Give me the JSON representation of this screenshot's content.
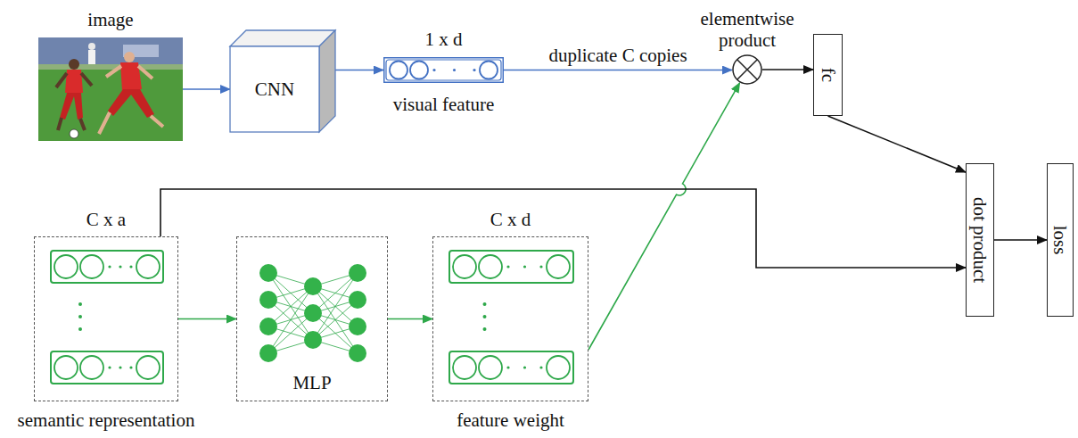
{
  "diagram": {
    "nodes": [
      {
        "text": [
          "image"
        ]
      },
      {
        "text": [
          "CNN"
        ]
      },
      {
        "text": [
          "1 x d",
          "visual feature"
        ]
      },
      {
        "text": [
          "elementwise product"
        ]
      },
      {
        "text": [
          "fc"
        ]
      },
      {
        "text": [
          "dot product"
        ]
      },
      {
        "text": [
          "loss"
        ]
      },
      {
        "text": [
          "C x a",
          "semantic representation"
        ]
      },
      {
        "text": [
          "MLP"
        ]
      },
      {
        "text": [
          "C x d",
          "feature weight"
        ]
      }
    ],
    "edges": [
      {
        "from": 0,
        "to": 1,
        "arrow": "to"
      },
      {
        "from": 1,
        "to": 2,
        "arrow": "to"
      },
      {
        "from": 2,
        "to": 3,
        "label": "duplicate C copies",
        "arrow": "to"
      },
      {
        "from": 3,
        "to": 4,
        "arrow": "to"
      },
      {
        "from": 4,
        "to": 5,
        "arrow": "to"
      },
      {
        "from": 5,
        "to": 6,
        "arrow": "to"
      },
      {
        "from": 7,
        "to": 8,
        "arrow": "to"
      },
      {
        "from": 8,
        "to": 9,
        "arrow": "to"
      },
      {
        "from": 9,
        "to": 3,
        "arrow": "to"
      },
      {
        "from": 7,
        "to": 5,
        "arrow": "to"
      }
    ]
  }
}
